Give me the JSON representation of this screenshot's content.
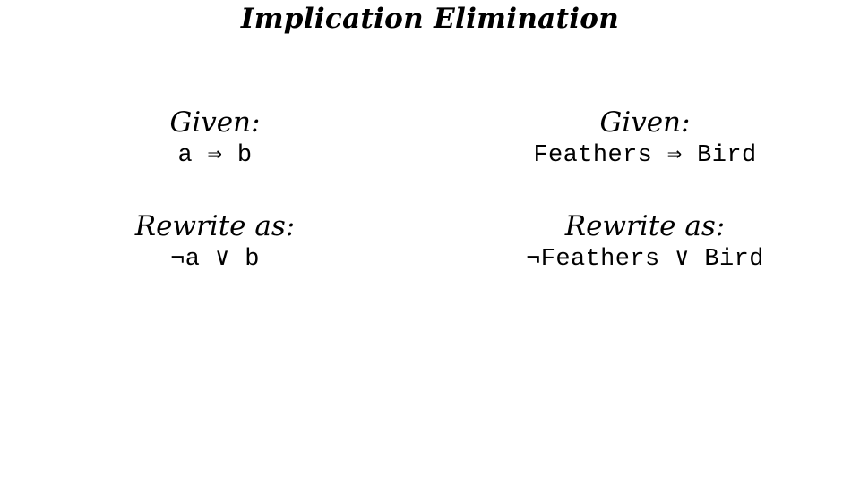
{
  "slide": {
    "title": "Implication Elimination",
    "left": {
      "given_heading": "Given:",
      "given_formula": "a ⇒ b",
      "rewrite_heading": "Rewrite as:",
      "rewrite_formula": "¬a ∨ b"
    },
    "right": {
      "given_heading": "Given:",
      "given_formula": "Feathers ⇒ Bird",
      "rewrite_heading": "Rewrite as:",
      "rewrite_formula": "¬Feathers ∨ Bird"
    }
  }
}
